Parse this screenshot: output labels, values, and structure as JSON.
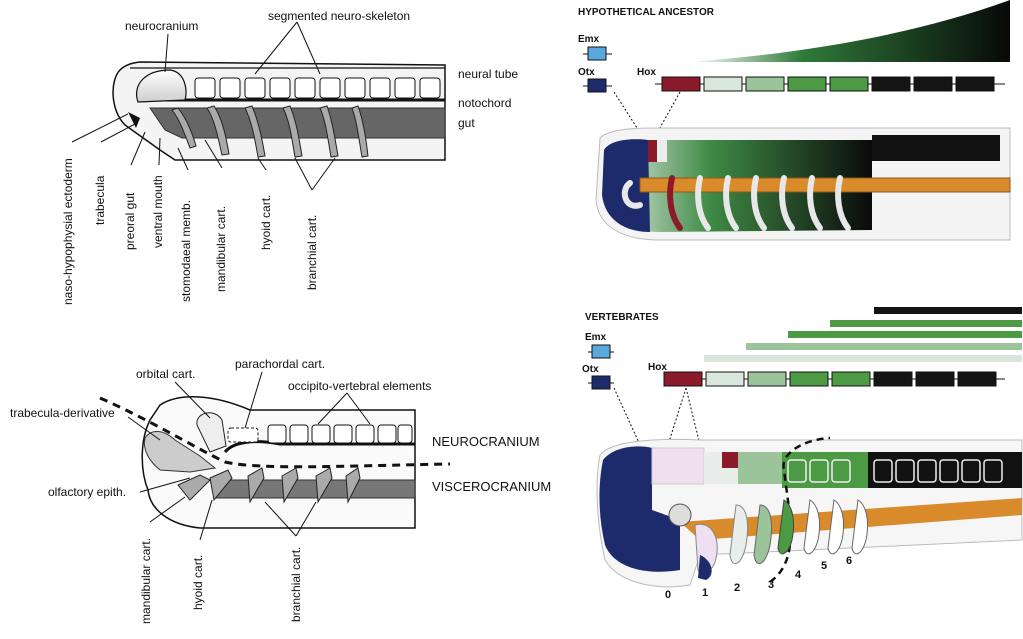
{
  "panel_a": {
    "labels": {
      "neurocranium": "neurocranium",
      "segmented": "segmented neuro-skeleton",
      "neural_tube": "neural tube",
      "notochord": "notochord",
      "gut": "gut",
      "naso": "naso-hypophysial ectoderm",
      "trabecula": "trabecula",
      "preoral_gut": "preoral gut",
      "ventral_mouth": "ventral mouth",
      "stomodaeal": "stomodaeal memb.",
      "mandibular": "mandibular cart.",
      "hyoid": "hyoid cart.",
      "branchial": "branchial cart."
    }
  },
  "panel_b": {
    "labels": {
      "orbital": "orbital cart.",
      "parachordal": "parachordal cart.",
      "occipito": "occipito-vertebral elements",
      "trabecula_derivative": "trabecula-derivative",
      "olfactory": "olfactory epith.",
      "neurocranium": "NEUROCRANIUM",
      "viscerocranium": "VISCEROCRANIUM",
      "mandibular": "mandibular cart.",
      "hyoid": "hyoid cart.",
      "branchial": "branchial cart."
    }
  },
  "panel_c": {
    "title": "HYPOTHETICAL ANCESTOR",
    "genes": {
      "emx": "Emx",
      "otx": "Otx",
      "hox": "Hox"
    }
  },
  "panel_d": {
    "title": "VERTEBRATES",
    "genes": {
      "emx": "Emx",
      "otx": "Otx",
      "hox": "Hox"
    },
    "arch_numbers": [
      "0",
      "1",
      "2",
      "3",
      "4",
      "5",
      "6"
    ]
  },
  "colors": {
    "emx": "#5aa9de",
    "otx": "#1d2a6b",
    "hox_red": "#8b1a2b",
    "hox_pale": "#d9e6dc",
    "hox_light": "#9cc49a",
    "hox_green": "#4c9a44",
    "hox_dark": "#151515",
    "orange": "#d98a2b",
    "pink": "#f0dff0"
  }
}
